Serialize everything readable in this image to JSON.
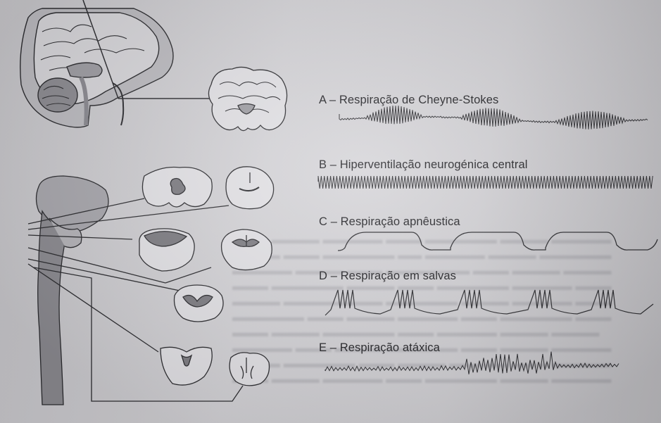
{
  "patterns": [
    {
      "letter": "A",
      "label": "A – Respiração de Cheyne-Stokes"
    },
    {
      "letter": "B",
      "label": "B – Hiperventilação neurogénica central"
    },
    {
      "letter": "C",
      "label": "C – Respiração apnêustica"
    },
    {
      "letter": "D",
      "label": "D – Respiração em salvas"
    },
    {
      "letter": "E",
      "label": "E – Respiração atáxica"
    }
  ],
  "colors": {
    "ink": "#2a2a2e",
    "brain_fill": "#d7d6da",
    "brain_dark": "#77767c",
    "lesion": "#7d7c82"
  },
  "icons": [
    "brain-sagittal-icon",
    "brain-coronal-icon",
    "brainstem-section-icon"
  ]
}
